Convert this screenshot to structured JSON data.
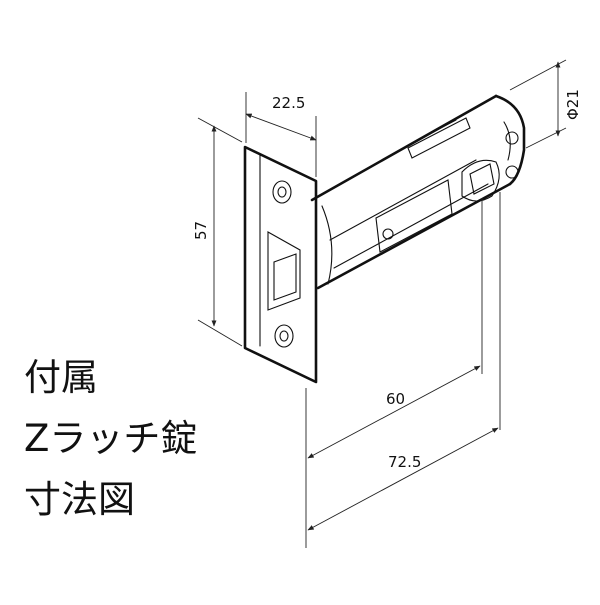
{
  "title_lines": [
    "付属",
    "Zラッチ錠",
    "寸法図"
  ],
  "dimensions": {
    "faceplate_width": "22.5",
    "faceplate_height": "57",
    "diameter": "Φ21",
    "backset": "60",
    "total_length": "72.5"
  }
}
